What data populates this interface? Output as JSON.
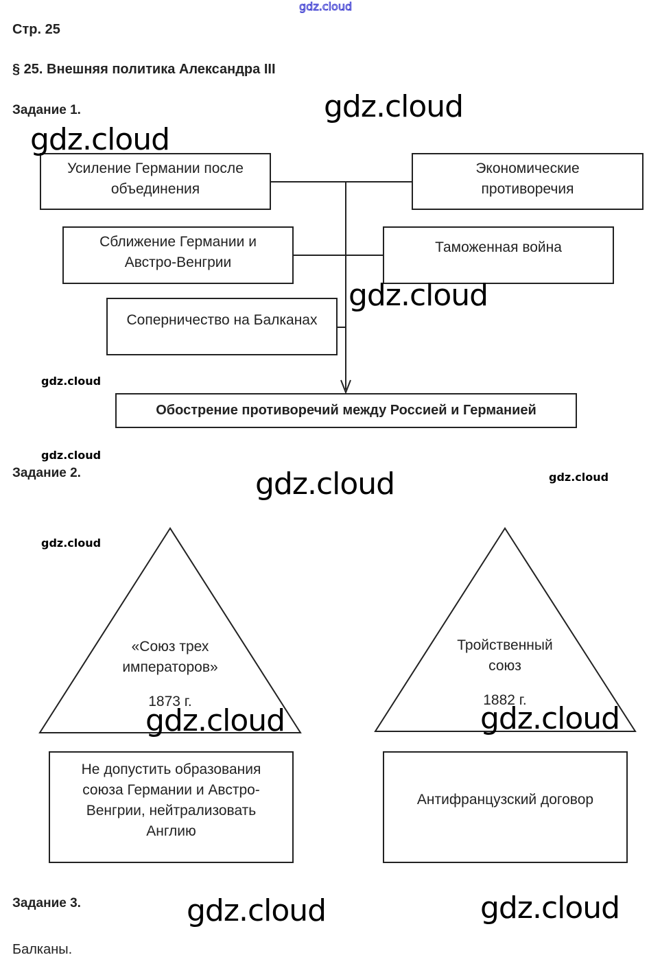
{
  "watermark": "gdz.cloud",
  "page_label": "Стр. 25",
  "section_title": "§ 25. Внешняя политика Александра III",
  "task1": {
    "title": "Задание 1.",
    "causes": [
      "Усиление Германии после объединения",
      "Экономические противоречия",
      "Сближение Германии и Австро-Венгрии",
      "Таможенная война",
      "Соперничество на Балканах"
    ],
    "result": "Обострение противоречий между Россией и Германией"
  },
  "task2": {
    "title": "Задание 2.",
    "alliances": [
      {
        "name_line1": "«Союз трех",
        "name_line2": "императоров»",
        "year": "1873 г.",
        "goal": "Не допустить образования союза Германии и Австро-Венгрии, нейтрализовать Англию"
      },
      {
        "name_line1": "Тройственный",
        "name_line2": "союз",
        "year": "1882 г.",
        "goal": "Антифранцузский договор"
      }
    ]
  },
  "task3": {
    "title": "Задание 3.",
    "answer": "Балканы."
  }
}
